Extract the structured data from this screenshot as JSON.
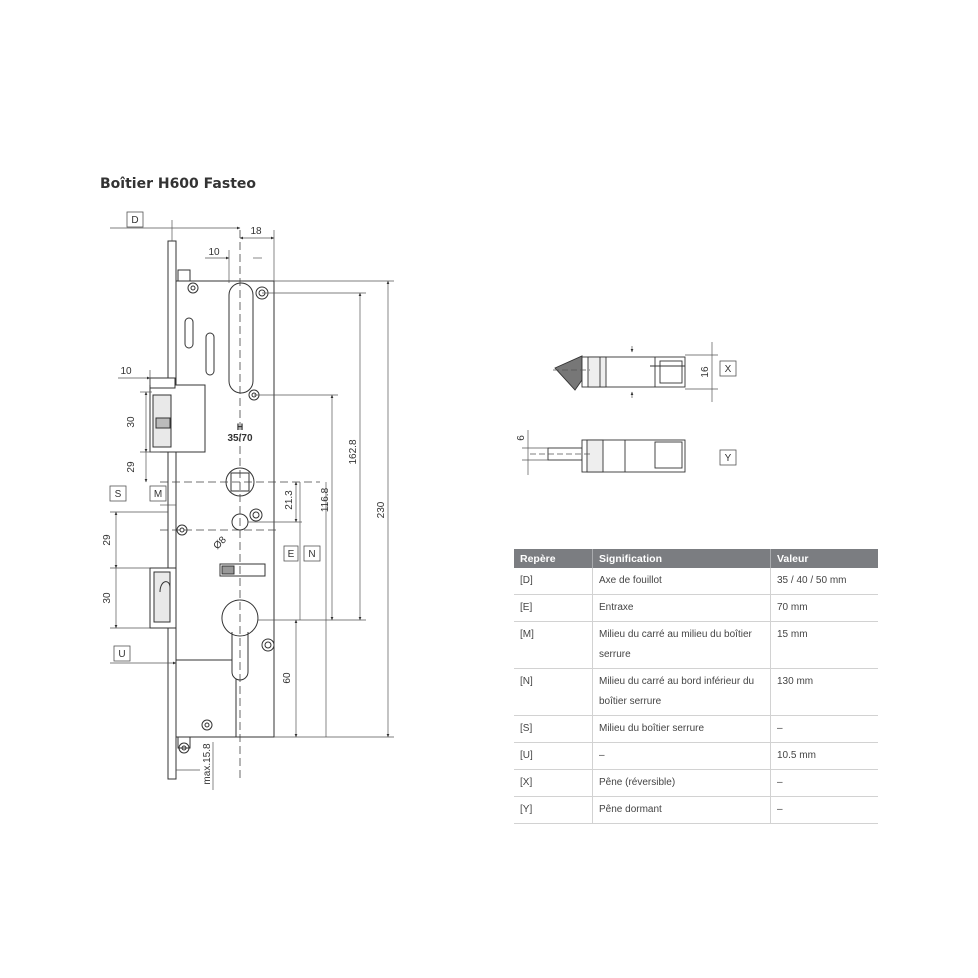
{
  "title": "Boîtier H600 Fasteo",
  "drawing": {
    "marker_labels": {
      "D": "D",
      "S": "S",
      "M": "M",
      "U": "U",
      "E": "E",
      "N": "N",
      "X": "X",
      "Y": "Y"
    },
    "dimensions": {
      "d18": "18",
      "d10_top": "10",
      "d10_left": "10",
      "d30_upper": "30",
      "d29_upper": "29",
      "d29_lower": "29",
      "d30_lower": "30",
      "d21_3": "21.3",
      "d8": "Ø8",
      "d162_8": "162.8",
      "d116_8": "116.8",
      "d230": "230",
      "d60": "60",
      "max15_8": "max.15.8",
      "d16": "16",
      "d6": "6"
    },
    "engraving": {
      "line1": "H",
      "line2": "35/70"
    }
  },
  "table": {
    "headers": [
      "Repère",
      "Signification",
      "Valeur"
    ],
    "rows": [
      [
        "[D]",
        "Axe de fouillot",
        "35 / 40 / 50 mm"
      ],
      [
        "[E]",
        "Entraxe",
        "70 mm"
      ],
      [
        "[M]",
        "Milieu du carré au milieu du boîtier serrure",
        "15 mm"
      ],
      [
        "[N]",
        "Milieu du carré au bord inférieur du boîtier serrure",
        "130 mm"
      ],
      [
        "[S]",
        "Milieu du boîtier serrure",
        "–"
      ],
      [
        "[U]",
        "–",
        "10.5 mm"
      ],
      [
        "[X]",
        "Pêne (réversible)",
        "–"
      ],
      [
        "[Y]",
        "Pêne dormant",
        "–"
      ]
    ]
  }
}
